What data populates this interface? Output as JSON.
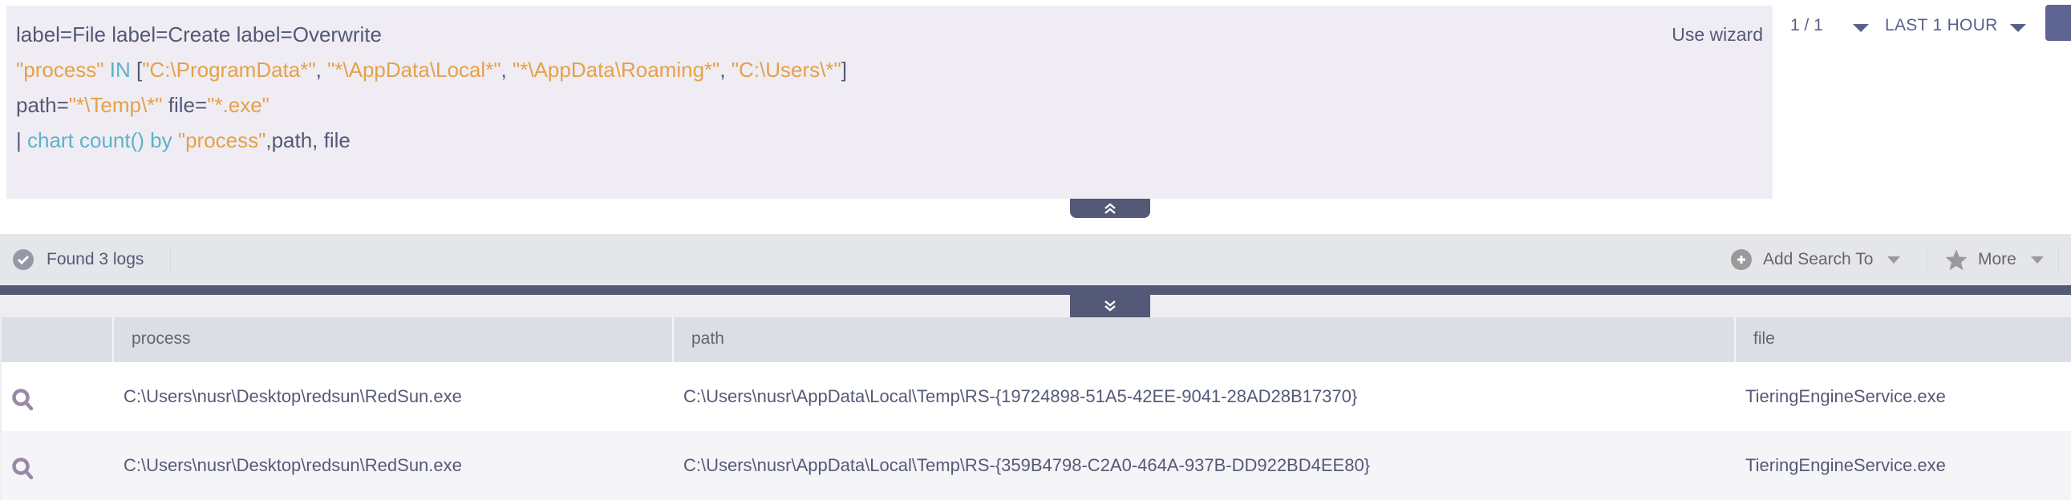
{
  "query": {
    "lines": [
      [
        {
          "t": "label=File label=Create label=Overwrite",
          "c": "plain"
        }
      ],
      [
        {
          "t": "\"process\"",
          "c": "str"
        },
        {
          "t": " IN ",
          "c": "kw"
        },
        {
          "t": "[",
          "c": "plain"
        },
        {
          "t": "\"C:\\ProgramData*\"",
          "c": "str"
        },
        {
          "t": ", ",
          "c": "plain"
        },
        {
          "t": "\"*\\AppData\\Local*\"",
          "c": "str"
        },
        {
          "t": ", ",
          "c": "plain"
        },
        {
          "t": "\"*\\AppData\\Roaming*\"",
          "c": "str"
        },
        {
          "t": ", ",
          "c": "plain"
        },
        {
          "t": "\"C:\\Users\\*\"",
          "c": "str"
        },
        {
          "t": "]",
          "c": "plain"
        }
      ],
      [
        {
          "t": "path=",
          "c": "plain"
        },
        {
          "t": "\"*\\Temp\\*\"",
          "c": "str"
        },
        {
          "t": " file=",
          "c": "plain"
        },
        {
          "t": "\"*.exe\"",
          "c": "str"
        }
      ],
      [
        {
          "t": "| ",
          "c": "plain"
        },
        {
          "t": "chart count()",
          "c": "kw"
        },
        {
          "t": " by ",
          "c": "kw"
        },
        {
          "t": "\"process\"",
          "c": "str"
        },
        {
          "t": ",path, file",
          "c": "plain"
        }
      ]
    ],
    "use_wizard_label": "Use wizard"
  },
  "controls": {
    "pagination": "1 / 1",
    "time_range": "LAST 1 HOUR"
  },
  "toolbar": {
    "found_label": "Found 3 logs",
    "add_search_label": "Add Search To",
    "more_label": "More"
  },
  "table": {
    "columns": [
      "process",
      "path",
      "file"
    ],
    "rows": [
      {
        "process": "C:\\Users\\nusr\\Desktop\\redsun\\RedSun.exe",
        "path": "C:\\Users\\nusr\\AppData\\Local\\Temp\\RS-{19724898-51A5-42EE-9041-28AD28B17370}",
        "file": "TieringEngineService.exe"
      },
      {
        "process": "C:\\Users\\nusr\\Desktop\\redsun\\RedSun.exe",
        "path": "C:\\Users\\nusr\\AppData\\Local\\Temp\\RS-{359B4798-C2A0-464A-937B-DD922BD4EE80}",
        "file": "TieringEngineService.exe"
      }
    ]
  },
  "colors": {
    "accent": "#545977",
    "string_token": "#e6a04a",
    "keyword_token": "#5bb3c7",
    "row_icon": "#9a88a6"
  }
}
